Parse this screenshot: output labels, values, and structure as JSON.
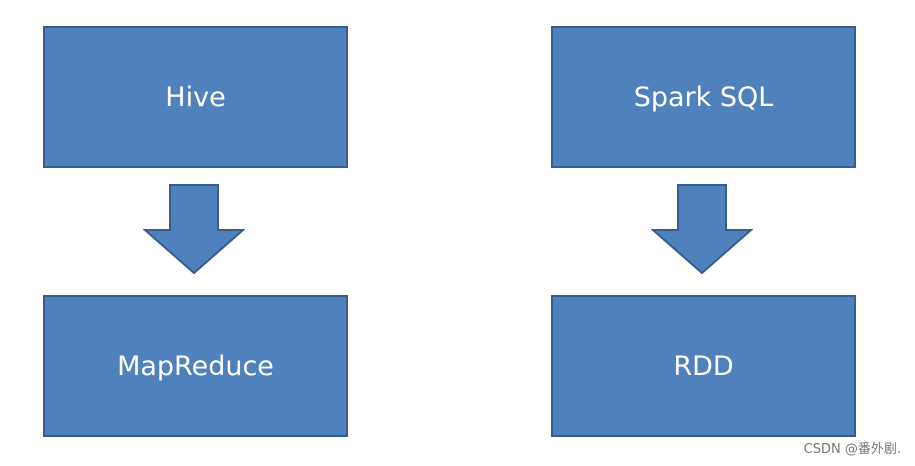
{
  "diagram": {
    "left_column": {
      "top_box": "Hive",
      "bottom_box": "MapReduce"
    },
    "right_column": {
      "top_box": "Spark SQL",
      "bottom_box": "RDD"
    },
    "colors": {
      "box_fill": "#4f81bd",
      "box_border": "#385d8a",
      "text": "#ffffff"
    }
  },
  "watermark": "CSDN @番外剧."
}
